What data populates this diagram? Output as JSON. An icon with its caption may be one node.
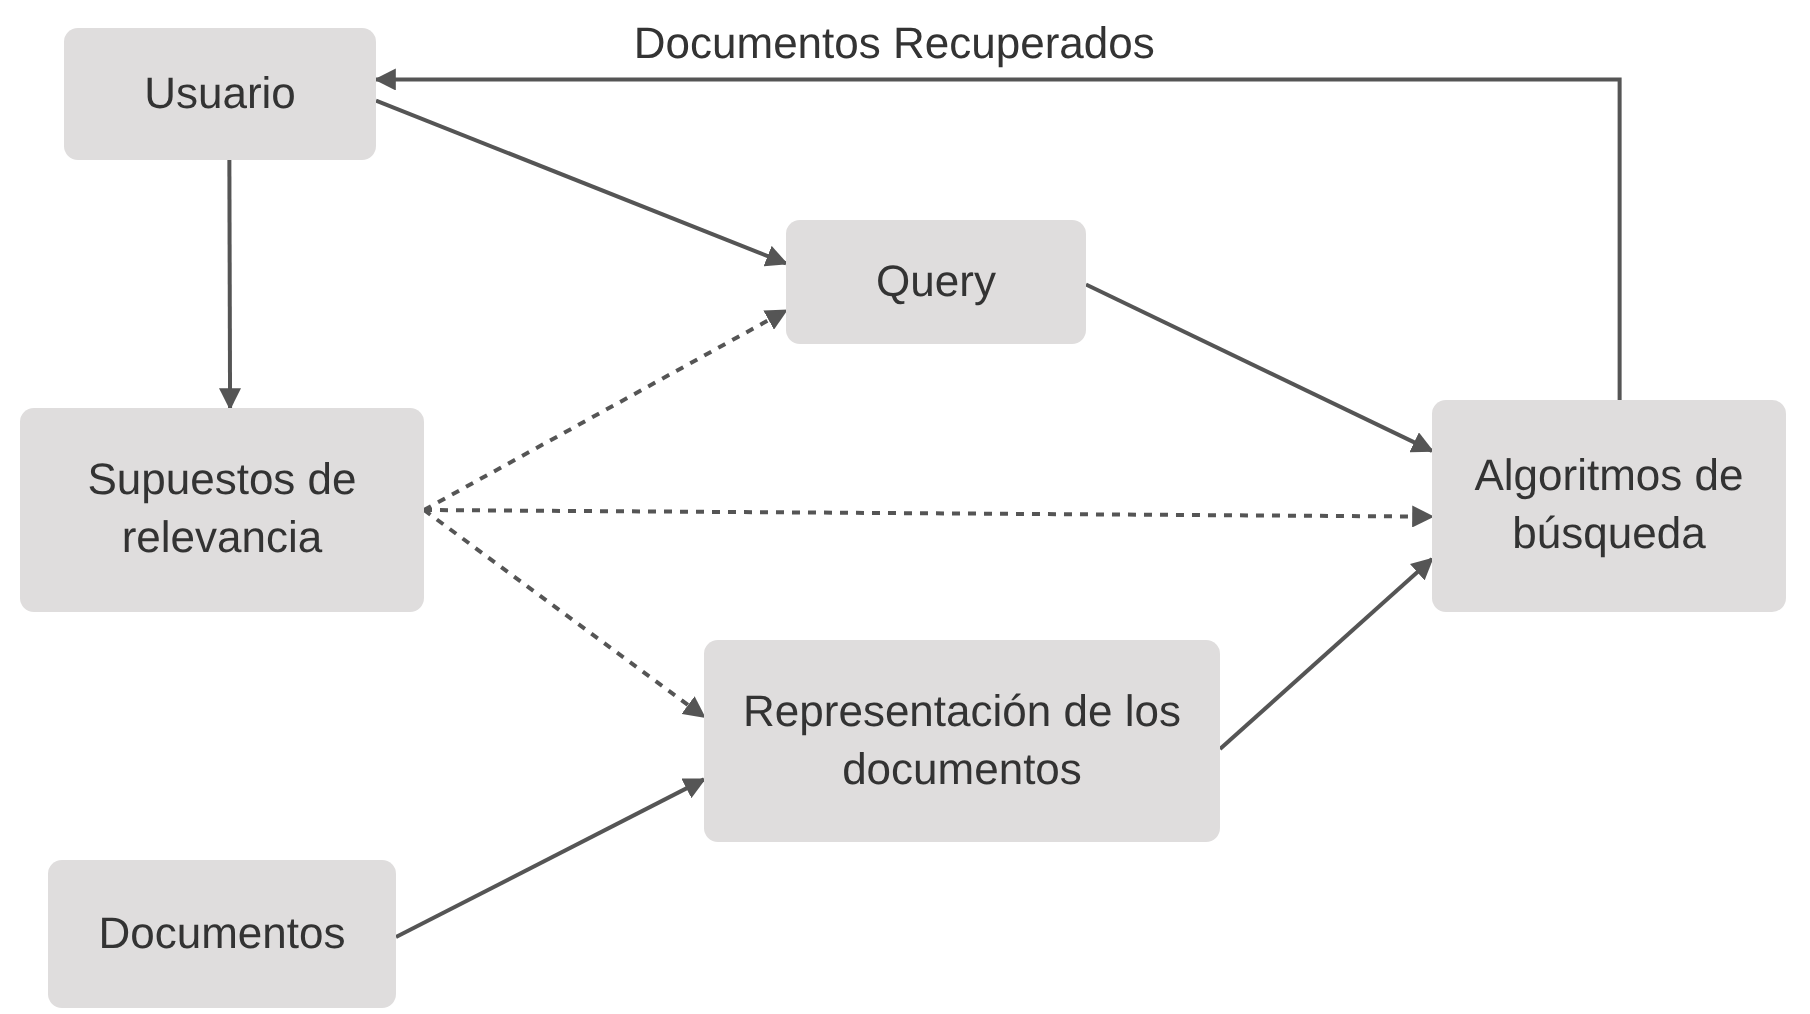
{
  "diagram": {
    "nodes": [
      {
        "text": [
          "Usuario"
        ]
      },
      {
        "text": [
          "Query"
        ]
      },
      {
        "text": [
          "Supuestos de relevancia"
        ]
      },
      {
        "text": [
          "Algoritmos de búsqueda"
        ]
      },
      {
        "text": [
          "Representación de los documentos"
        ]
      },
      {
        "text": [
          "Documentos"
        ]
      }
    ],
    "edges": [
      {
        "from": 0,
        "to": 1,
        "arrow": "to"
      },
      {
        "from": 0,
        "to": 2,
        "arrow": "to"
      },
      {
        "from": 2,
        "to": 1,
        "arrow": "to",
        "style": "dashed"
      },
      {
        "from": 2,
        "to": 3,
        "arrow": "to",
        "style": "dashed"
      },
      {
        "from": 2,
        "to": 4,
        "arrow": "to",
        "style": "dashed"
      },
      {
        "from": 1,
        "to": 3,
        "arrow": "to"
      },
      {
        "from": 4,
        "to": 3,
        "arrow": "to"
      },
      {
        "from": 5,
        "to": 4,
        "arrow": "to"
      },
      {
        "from": 3,
        "to": 0,
        "arrow": "to",
        "label": "Documentos Recuperados"
      }
    ]
  }
}
